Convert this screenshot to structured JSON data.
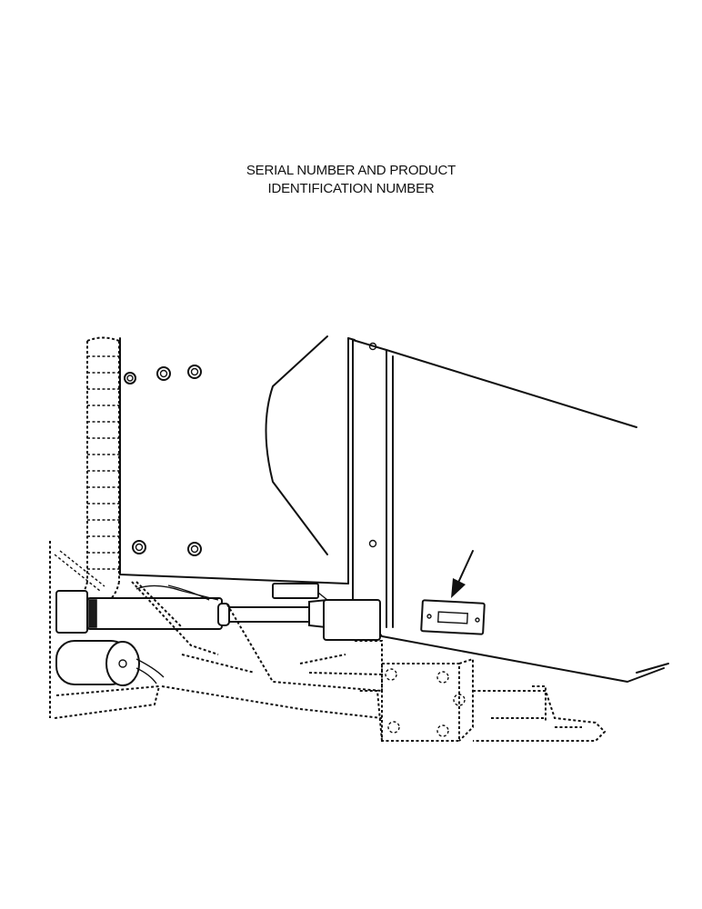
{
  "title": {
    "line1": "SERIAL NUMBER AND PRODUCT",
    "line2": "IDENTIFICATION NUMBER"
  },
  "colors": {
    "ink": "#111111",
    "paper": "#ffffff"
  },
  "icons": {
    "pointer": "arrow-icon",
    "plate": "identification-plate"
  }
}
